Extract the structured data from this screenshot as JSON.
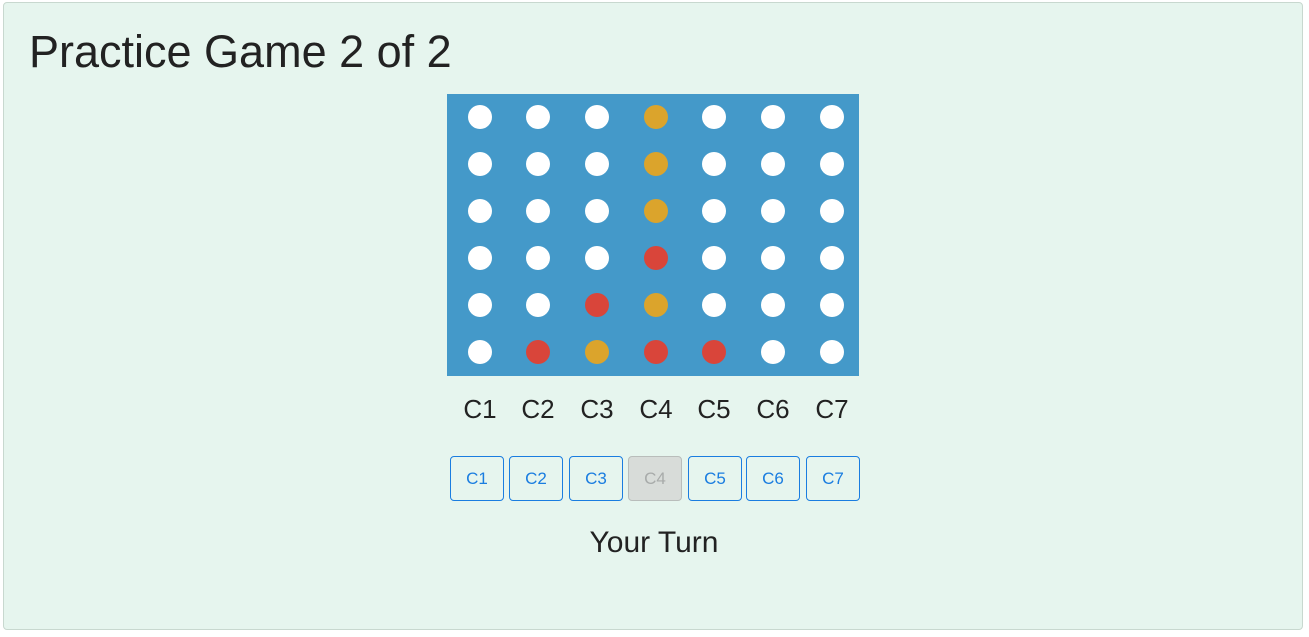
{
  "title": "Practice Game 2 of 2",
  "colors": {
    "empty": "#ffffff",
    "red": "#d9453a",
    "yellow": "#dba42c",
    "board": "#4499c9",
    "panel": "#e6f5ee"
  },
  "board": {
    "rows": [
      [
        "empty",
        "empty",
        "empty",
        "yellow",
        "empty",
        "empty",
        "empty"
      ],
      [
        "empty",
        "empty",
        "empty",
        "yellow",
        "empty",
        "empty",
        "empty"
      ],
      [
        "empty",
        "empty",
        "empty",
        "yellow",
        "empty",
        "empty",
        "empty"
      ],
      [
        "empty",
        "empty",
        "empty",
        "red",
        "empty",
        "empty",
        "empty"
      ],
      [
        "empty",
        "empty",
        "red",
        "yellow",
        "empty",
        "empty",
        "empty"
      ],
      [
        "empty",
        "red",
        "yellow",
        "red",
        "red",
        "empty",
        "empty"
      ]
    ]
  },
  "column_labels": [
    "C1",
    "C2",
    "C3",
    "C4",
    "C5",
    "C6",
    "C7"
  ],
  "buttons": [
    {
      "label": "C1",
      "disabled": false
    },
    {
      "label": "C2",
      "disabled": false
    },
    {
      "label": "C3",
      "disabled": false
    },
    {
      "label": "C4",
      "disabled": true
    },
    {
      "label": "C5",
      "disabled": false
    },
    {
      "label": "C6",
      "disabled": false
    },
    {
      "label": "C7",
      "disabled": false
    }
  ],
  "status": "Your Turn"
}
